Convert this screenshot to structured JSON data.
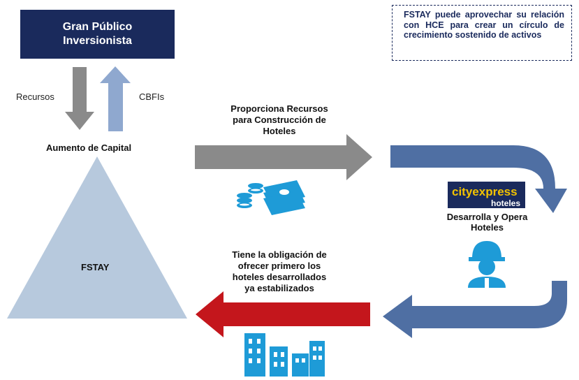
{
  "top_box": {
    "line1": "Gran Público",
    "line2": "Inversionista"
  },
  "note": {
    "text": "FSTAY puede aprovechar su relación con HCE para crear un círculo de crecimiento sostenido de activos"
  },
  "flows": {
    "recursos": "Recursos",
    "cbfis": "CBFIs",
    "aumento": "Aumento de Capital",
    "triangle_label": "FSTAY",
    "provides_line1": "Proporciona Recursos",
    "provides_line2": "para Construcción de",
    "provides_line3": "Hoteles",
    "obligation_line1": "Tiene la obligación de",
    "obligation_line2": "ofrecer primero los",
    "obligation_line3": "hoteles desarrollados",
    "obligation_line4": "ya estabilizados"
  },
  "cityexpress": {
    "logo_top": "cityexpress",
    "logo_bottom": "hoteles",
    "caption_line1": "Desarrolla y Opera",
    "caption_line2": "Hoteles"
  },
  "icons": [
    "money-stack-icon",
    "worker-helmet-icon",
    "buildings-icon"
  ],
  "colors": {
    "navy": "#1a2a5c",
    "gray_arrow": "#8a8a8a",
    "light_blue_arrow": "#8fa8cf",
    "steel_blue": "#4f6fa3",
    "red_arrow": "#c4161c",
    "triangle": "#b7c9dd",
    "cyan_icon": "#1e9bd7"
  }
}
